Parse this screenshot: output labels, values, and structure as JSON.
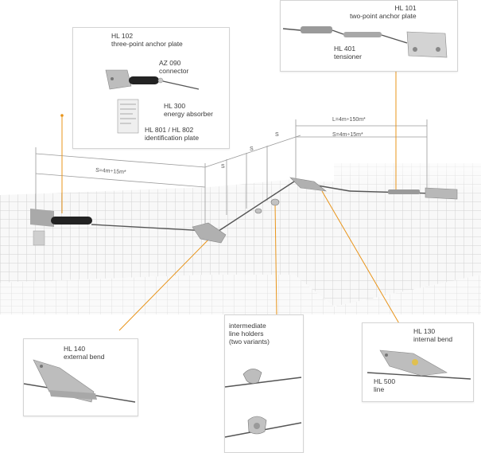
{
  "colors": {
    "leader": "#e8941a",
    "tile_line": "#d0d0d0",
    "tile_fill": "#f7f7f7",
    "dimension": "#9a9a9a",
    "cable": "#555555",
    "metal": "#b8b8b8"
  },
  "dimensions": {
    "left_span": "S=4m÷15m*",
    "right_total": "L=4m÷150m*",
    "right_span": "S=4m÷15m*",
    "spacing_symbol": "S"
  },
  "callouts": {
    "hl102": {
      "code": "HL 102",
      "name": "three-point anchor plate"
    },
    "az090": {
      "code": "AZ 090",
      "name": "connector"
    },
    "hl300": {
      "code": "HL 300",
      "name": "energy absorber"
    },
    "hl801": {
      "code": "HL 801 / HL 802",
      "name": "identification plate"
    },
    "hl101": {
      "code": "HL 101",
      "name": "two-point anchor plate"
    },
    "hl401": {
      "code": "HL 401",
      "name": "tensioner"
    },
    "hl140": {
      "code": "HL 140",
      "name": "external bend"
    },
    "holders": {
      "line1": "intermediate",
      "line2": "line holders",
      "line3": "(two variants)"
    },
    "hl130": {
      "code": "HL 130",
      "name": "internal bend"
    },
    "hl500": {
      "code": "HL 500",
      "name": "line"
    }
  }
}
